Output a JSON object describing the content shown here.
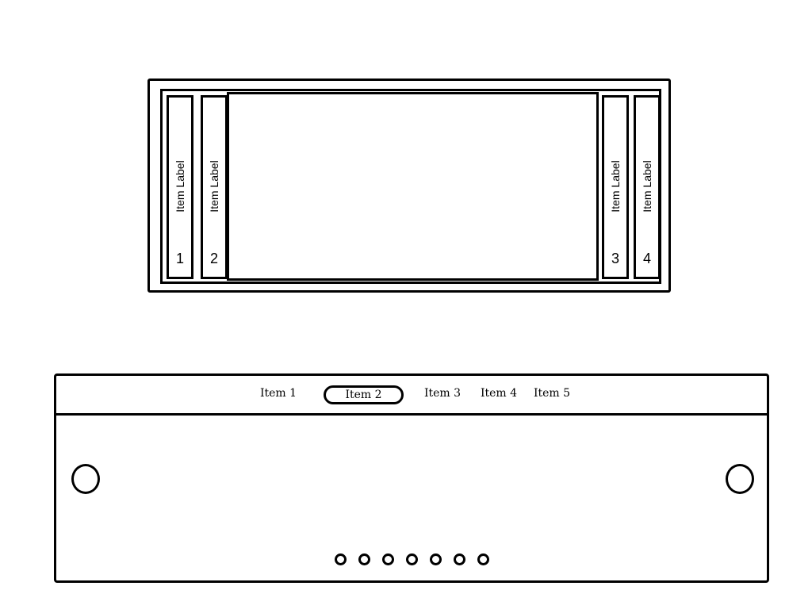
{
  "accordion": {
    "tabs": [
      {
        "label": "Item Label",
        "number": "1"
      },
      {
        "label": "Item Label",
        "number": "2"
      },
      {
        "label": "Item Label",
        "number": "3"
      },
      {
        "label": "Item Label",
        "number": "4"
      }
    ]
  },
  "carousel": {
    "tabs": [
      {
        "label": "Item 1"
      },
      {
        "label": "Item 2"
      },
      {
        "label": "Item 3"
      },
      {
        "label": "Item 4"
      },
      {
        "label": "Item 5"
      }
    ],
    "active_tab": "Item 2",
    "page_count": 7
  }
}
